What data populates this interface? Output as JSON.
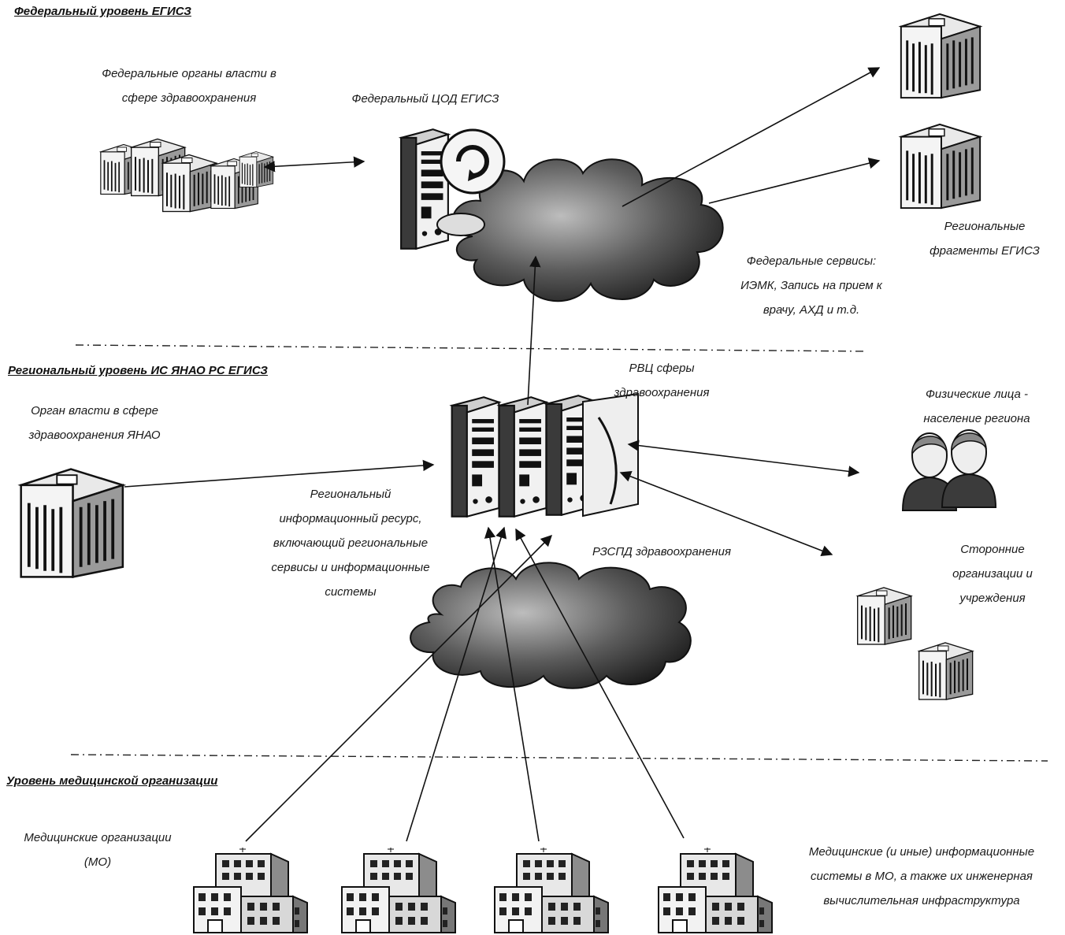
{
  "levels": {
    "federal": "Федеральный уровень ЕГИСЗ",
    "regional": "Региональный уровень ИС ЯНАО РС ЕГИСЗ",
    "medical": "Уровень медицинской организации"
  },
  "labels": {
    "federal_authorities": [
      "Федеральные органы власти в",
      "сфере здравоохранения"
    ],
    "federal_dc": [
      "Федеральный ЦОД ЕГИСЗ"
    ],
    "regional_fragments": [
      "Региональные",
      "фрагменты ЕГИСЗ"
    ],
    "federal_services": [
      "Федеральные сервисы:",
      "ИЭМК, Запись на прием к",
      "врачу, АХД и т.д."
    ],
    "rvc": [
      "РВЦ  сферы",
      "здравоохранения"
    ],
    "regional_authority": [
      "Орган власти в сфере",
      "здравоохранения ЯНАО"
    ],
    "individuals": [
      "Физические лица -",
      "население региона"
    ],
    "regional_resource": [
      "Региональный",
      "информационный ресурс,",
      "включающий региональные",
      "сервисы и информационные",
      "системы"
    ],
    "network": [
      "РЗСПД здравоохранения"
    ],
    "third_party": [
      "Сторонние",
      "организации и",
      "учреждения"
    ],
    "medical_orgs": [
      "Медицинские организации",
      "(МО)"
    ],
    "medical_systems": [
      "Медицинские (и иные) информационные",
      "системы в МО, а также их инженерная",
      "вычислительная инфраструктура"
    ]
  }
}
